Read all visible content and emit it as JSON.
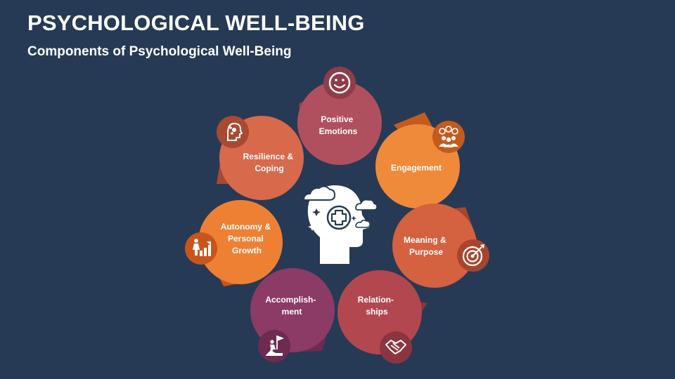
{
  "header": {
    "title": "PSYCHOLOGICAL WELL-BEING",
    "subtitle": "Components of Psychological Well-Being"
  },
  "center_icon": "head-with-medical-cross-and-clouds-icon",
  "components": [
    {
      "key": "positive",
      "lines": [
        "Positive",
        "Emotions"
      ],
      "color": "#b0505f",
      "tab_color": "#8e3d4a",
      "icon": "smiley-face-icon"
    },
    {
      "key": "engagement",
      "lines": [
        "Engagement"
      ],
      "color": "#ef8a3a",
      "tab_color": "#c45b1e",
      "icon": "group-ideas-icon"
    },
    {
      "key": "meaning",
      "lines": [
        "Meaning &",
        "Purpose"
      ],
      "color": "#d4613f",
      "tab_color": "#a8452c",
      "icon": "target-icon"
    },
    {
      "key": "relationships",
      "lines": [
        "Relation-",
        "ships"
      ],
      "color": "#b3474f",
      "tab_color": "#8a3540",
      "icon": "handshake-icon"
    },
    {
      "key": "accomplishment",
      "lines": [
        "Accomplish-",
        "ment"
      ],
      "color": "#8c3a66",
      "tab_color": "#6d2b50",
      "icon": "flag-climber-icon"
    },
    {
      "key": "autonomy",
      "lines": [
        "Autonomy &",
        "Personal",
        "Growth"
      ],
      "color": "#ee8034",
      "tab_color": "#c8561b",
      "icon": "growth-stairs-icon"
    },
    {
      "key": "resilience",
      "lines": [
        "Resilience &",
        "Coping"
      ],
      "color": "#d8694b",
      "tab_color": "#a84a32",
      "icon": "mind-person-icon"
    }
  ]
}
